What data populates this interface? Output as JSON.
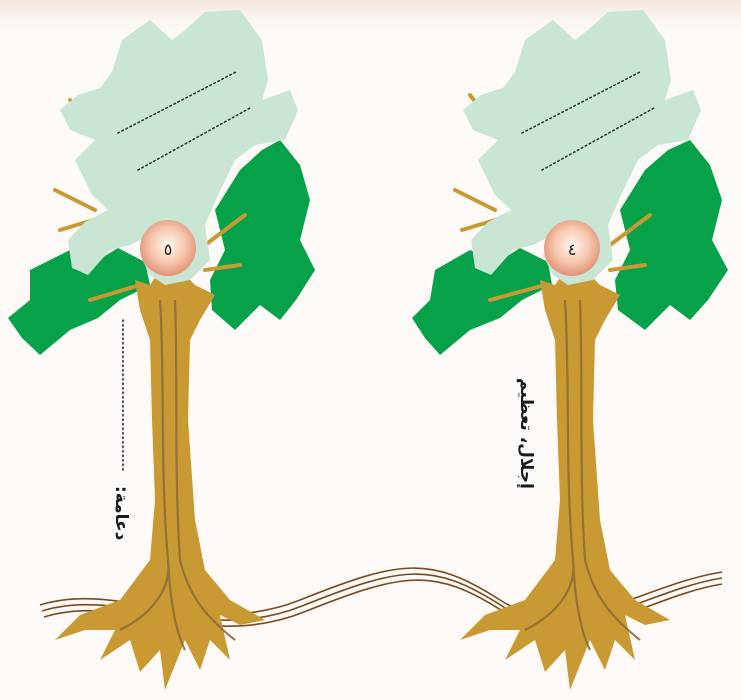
{
  "trees": [
    {
      "number": "٥",
      "label": "دعامة:"
    },
    {
      "number": "٤",
      "label": "إجلال، تعظيم"
    }
  ],
  "colors": {
    "background": "#fdfaf7",
    "cloud": "#c9e6d4",
    "foliage": "#07a14a",
    "trunk": "#c99a33",
    "trunk_shade": "#8a6a3a",
    "root_line": "#7a4a1e",
    "badge_center": "#fde6d4",
    "badge_edge": "#e8a58a"
  }
}
